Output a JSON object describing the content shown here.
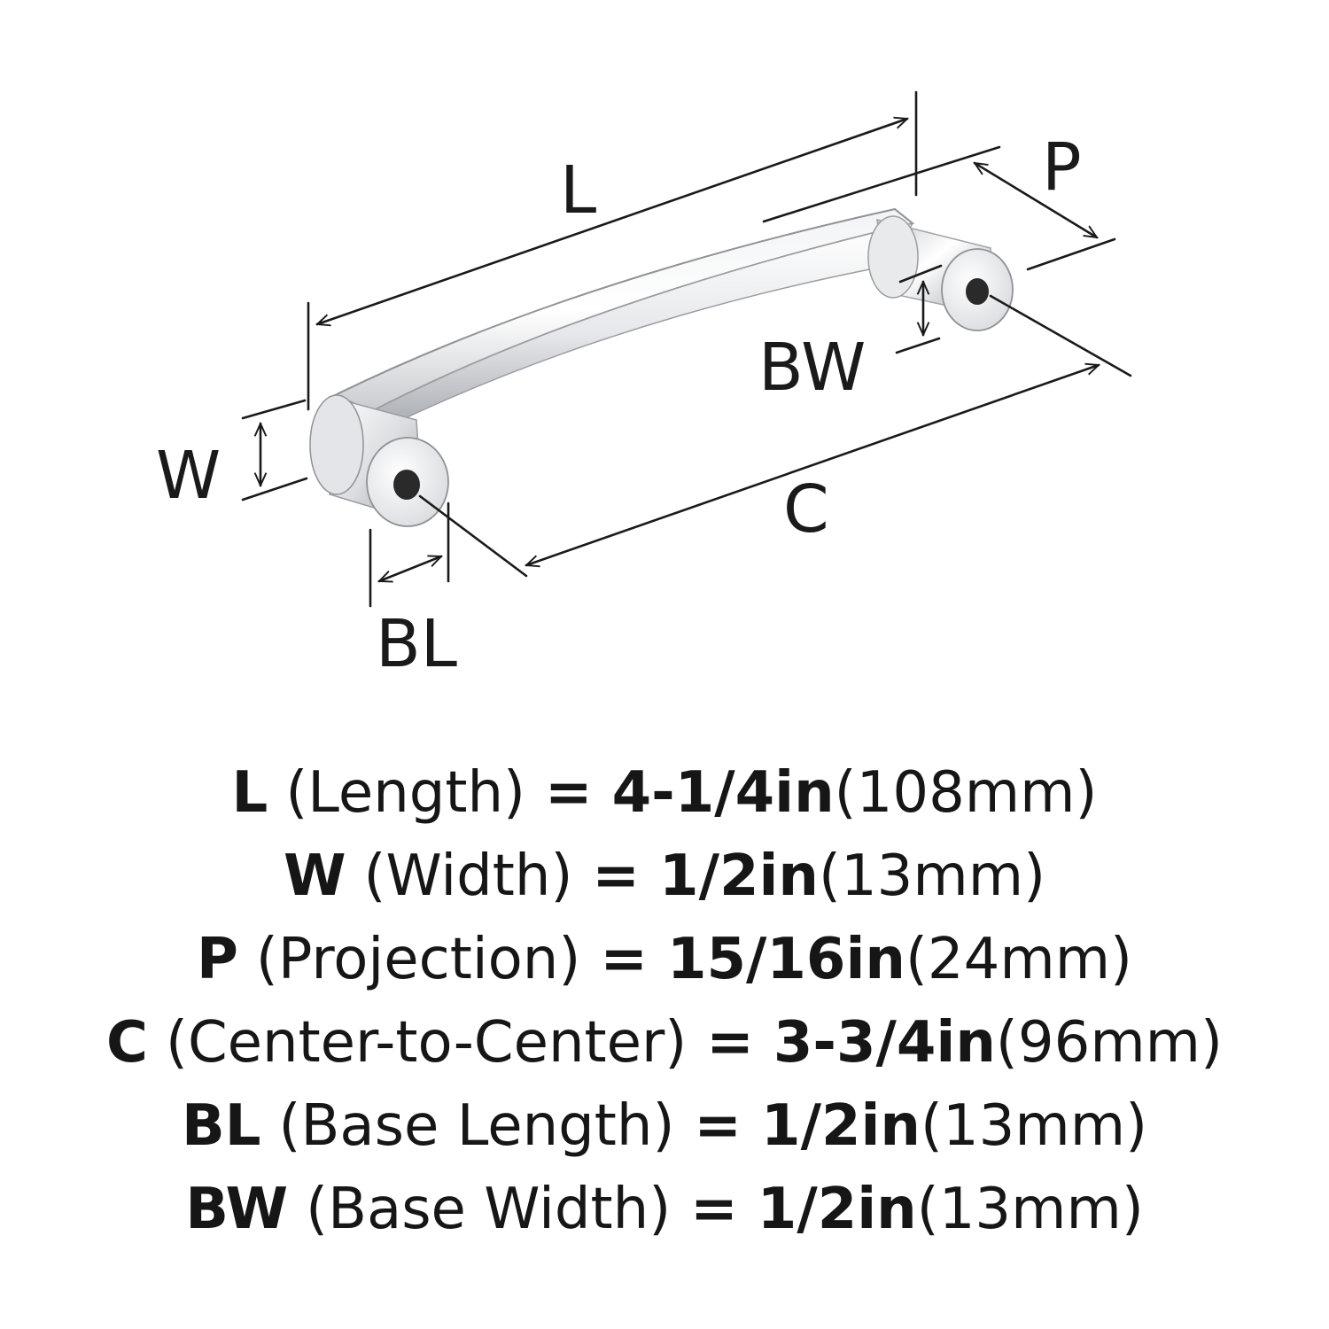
{
  "diagram": {
    "labels": {
      "length": "L",
      "projection": "P",
      "base_width": "BW",
      "width": "W",
      "center_to_center": "C",
      "base_length": "BL"
    },
    "colors": {
      "line": "#1a1a1a",
      "chrome_light": "#ffffff",
      "chrome_mid": "#d4d6da",
      "chrome_dark": "#8e9196",
      "hole": "#2a2a2a"
    }
  },
  "specs": [
    {
      "code": "L",
      "name": "(Length)",
      "eq": "=",
      "imperial": "4-1/4in",
      "metric": "(108mm)"
    },
    {
      "code": "W",
      "name": "(Width)",
      "eq": "=",
      "imperial": "1/2in",
      "metric": "(13mm)"
    },
    {
      "code": "P",
      "name": "(Projection)",
      "eq": "=",
      "imperial": "15/16in",
      "metric": "(24mm)"
    },
    {
      "code": "C",
      "name": "(Center-to-Center)",
      "eq": "=",
      "imperial": "3-3/4in",
      "metric": "(96mm)"
    },
    {
      "code": "BL",
      "name": "(Base Length)",
      "eq": "=",
      "imperial": "1/2in",
      "metric": "(13mm)"
    },
    {
      "code": "BW",
      "name": "(Base Width)",
      "eq": "=",
      "imperial": "1/2in",
      "metric": "(13mm)"
    }
  ]
}
